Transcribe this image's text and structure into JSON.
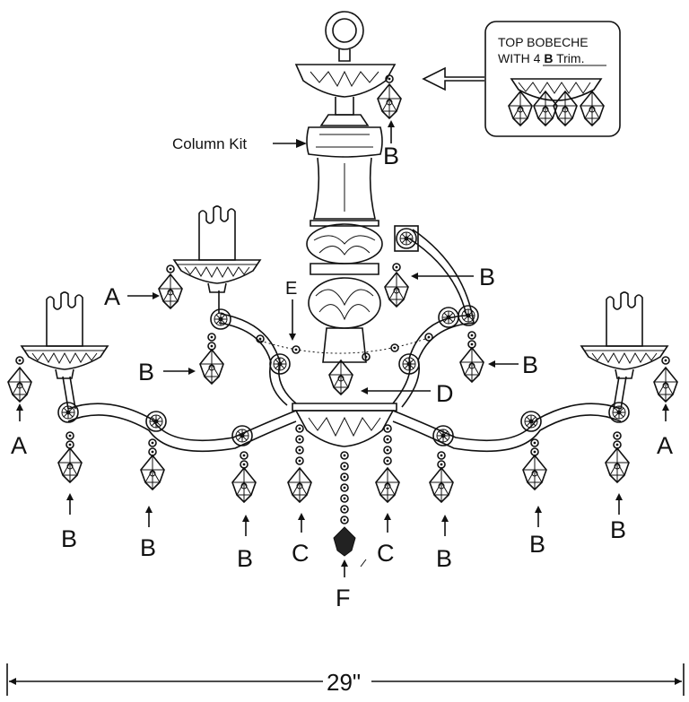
{
  "callout": {
    "line1": "TOP BOBECHE",
    "line2_prefix": "WITH 4 ",
    "line2_bold": "B",
    "line2_suffix": " Trim."
  },
  "column_kit_label": "Column Kit",
  "labels": {
    "A": "A",
    "B": "B",
    "C": "C",
    "D": "D",
    "E": "E",
    "F": "F"
  },
  "dimension": "29\""
}
